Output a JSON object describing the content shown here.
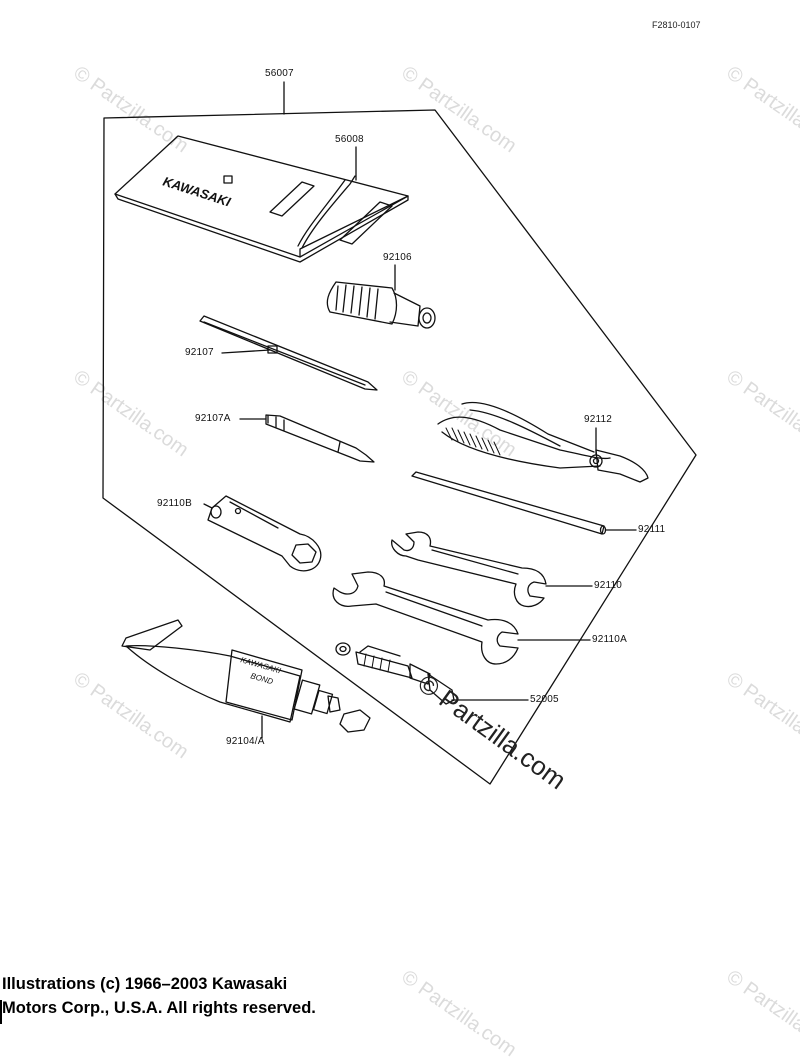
{
  "figure_code": "F2810-0107",
  "callouts": {
    "p56007": "56007",
    "p56008": "56008",
    "p92106": "92106",
    "p92107": "92107",
    "p92107A": "92107A",
    "p92112": "92112",
    "p92110B": "92110B",
    "p92111": "92111",
    "p92110": "92110",
    "p92110A": "92110A",
    "p52005": "52005",
    "p92104A": "92104/A"
  },
  "bag_text": "KAWASAKI",
  "tube_text_1": "KAWASAKI",
  "tube_text_2": "BOND",
  "watermark": "© Partzilla.com",
  "watermark_main": "© Partzilla.com",
  "copyright_line1": "Illustrations (c) 1966–2003 Kawasaki",
  "copyright_line2": "Motors Corp., U.S.A.  All rights reserved."
}
